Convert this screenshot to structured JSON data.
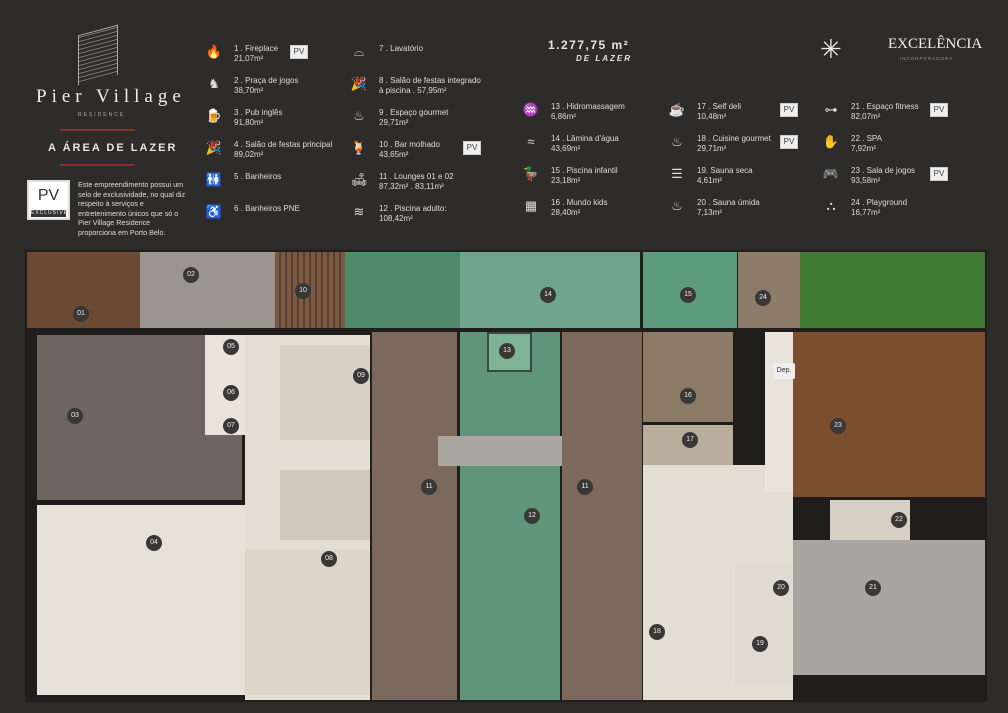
{
  "brand": {
    "name": "Pier Village",
    "sub": "RESIDENCE",
    "section_title": "A ÁREA DE LAZER"
  },
  "exclusive": {
    "badge": "PV",
    "badge_label": "EXCLUSIVE",
    "text": "Este empreendimento possui um selo de exclusividade, no qual diz respeito à serviços e entretenimento únicos que só o Pier Village Residence proporciona em Porto Belo."
  },
  "total": {
    "value": "1.277,75 m²",
    "label": "DE LAZER"
  },
  "developer": {
    "name": "EXCELÊNCIA",
    "sub": "INCORPORADORA"
  },
  "legend": [
    {
      "t": "1 . Fireplace",
      "a": "21,07m²",
      "icon": "fire-icon",
      "pv": true
    },
    {
      "t": "2 . Praça de jogos",
      "a": "38,70m²",
      "icon": "chess-knight-icon"
    },
    {
      "t": "3 . Pub inglês",
      "a": "91,80m²",
      "icon": "beer-mug-icon"
    },
    {
      "t": "4 . Salão de festas principal",
      "a": "89,02m²",
      "icon": "party-popper-icon"
    },
    {
      "t": "5 . Banheiros",
      "a": "",
      "icon": "restroom-icon"
    },
    {
      "t": "6 . Banheiros PNE",
      "a": "",
      "icon": "wheelchair-icon"
    },
    {
      "t": "7 . Lavatório",
      "a": "",
      "icon": "sink-icon"
    },
    {
      "t": "8 . Salão de festas integrado",
      "a": "à piscina . 57,95m²",
      "icon": "party-popper-icon"
    },
    {
      "t": "9 . Espaço gourmet",
      "a": "29,71m²",
      "icon": "chef-hat-icon"
    },
    {
      "t": "10 . Bar molhado",
      "a": "43,65m²",
      "icon": "drink-icon",
      "pv": true
    },
    {
      "t": "11 . Lounges 01 e 02",
      "a": "87,32m²  .  83,11m²",
      "icon": "sofa-icon"
    },
    {
      "t": "12 . Piscina adulto:",
      "a": "108,42m²",
      "icon": "pool-icon"
    },
    {
      "t": "13 . Hidromassagem",
      "a": "6,86m²",
      "icon": "jacuzzi-icon"
    },
    {
      "t": "14 . Lâmina d'água",
      "a": "43,69m²",
      "icon": "water-blade-icon"
    },
    {
      "t": "15 . Piscina infantil",
      "a": "23,18m²",
      "icon": "rubber-duck-icon"
    },
    {
      "t": "16 . Mundo kids",
      "a": "28,40m²",
      "icon": "toy-blocks-icon"
    },
    {
      "t": "17 . Self deli",
      "a": "10,48m²",
      "icon": "coffee-machine-icon",
      "pv": true
    },
    {
      "t": "18 . Cuisine gourmet",
      "a": "29,71m²",
      "icon": "chef-hat-icon",
      "pv": true
    },
    {
      "t": "19. Sauna seca",
      "a": "4,61m²",
      "icon": "sauna-icon"
    },
    {
      "t": "20 . Sauna úmida",
      "a": "7,13m²",
      "icon": "steam-sauna-icon"
    },
    {
      "t": "21 . Espaço fitness",
      "a": "82,07m²",
      "icon": "dumbbell-icon",
      "pv": true
    },
    {
      "t": "22 . SPA",
      "a": "7,92m²",
      "icon": "spa-icon"
    },
    {
      "t": "23 . Sala de jogos",
      "a": "93,58m²",
      "icon": "gamepad-icon",
      "pv": true
    },
    {
      "t": "24 . Playground",
      "a": "16,77m²",
      "icon": "slide-icon"
    }
  ],
  "pv_badge": "PV",
  "plan": {
    "labels": [
      "01",
      "02",
      "03",
      "04",
      "05",
      "06",
      "07",
      "08",
      "09",
      "10",
      "11",
      "11",
      "12",
      "13",
      "14",
      "15",
      "16",
      "17",
      "18",
      "19",
      "20",
      "21",
      "22",
      "23",
      "24",
      "Dep."
    ]
  }
}
